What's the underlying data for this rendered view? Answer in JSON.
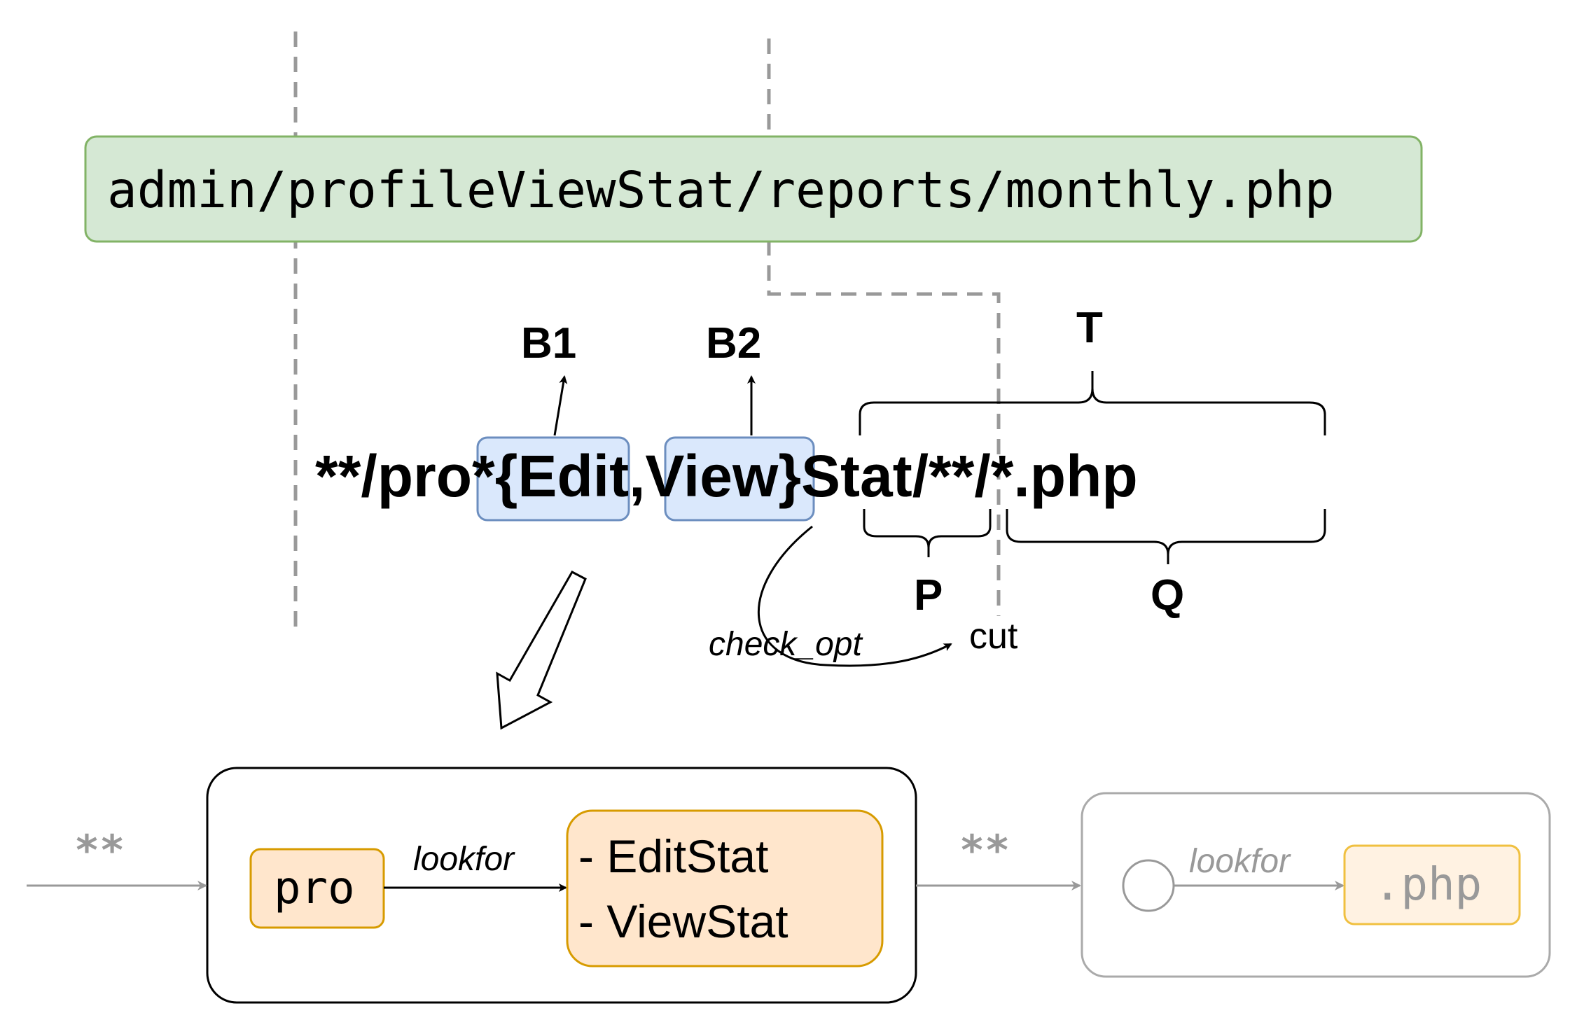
{
  "path_box": {
    "text": "admin/profileViewStat/reports/monthly.php"
  },
  "pattern": {
    "parts": [
      "**/pro",
      "*{Edit",
      ",",
      "View",
      "}Stat/**/*.php"
    ]
  },
  "labels": {
    "b1": "B1",
    "b2": "B2",
    "t": "T",
    "p": "P",
    "q": "Q",
    "check_opt": "check_opt",
    "cut": "cut"
  },
  "state_machine": {
    "incoming_label": "**",
    "pro_node": "pro",
    "lookfor_1": "lookfor",
    "match_items": [
      "- EditStat",
      "- ViewStat"
    ],
    "outgoing_label": "**",
    "lookfor_2": "lookfor",
    "php_node": ".php"
  },
  "colors": {
    "path_fill": "#d5e8d4",
    "path_stroke": "#82b366",
    "highlight_fill": "#dae8fc",
    "highlight_stroke": "#6c8ebf",
    "node_fill": "#ffe6cc",
    "node_stroke": "#d79b00",
    "dashed": "#999999",
    "grey": "#999999"
  }
}
